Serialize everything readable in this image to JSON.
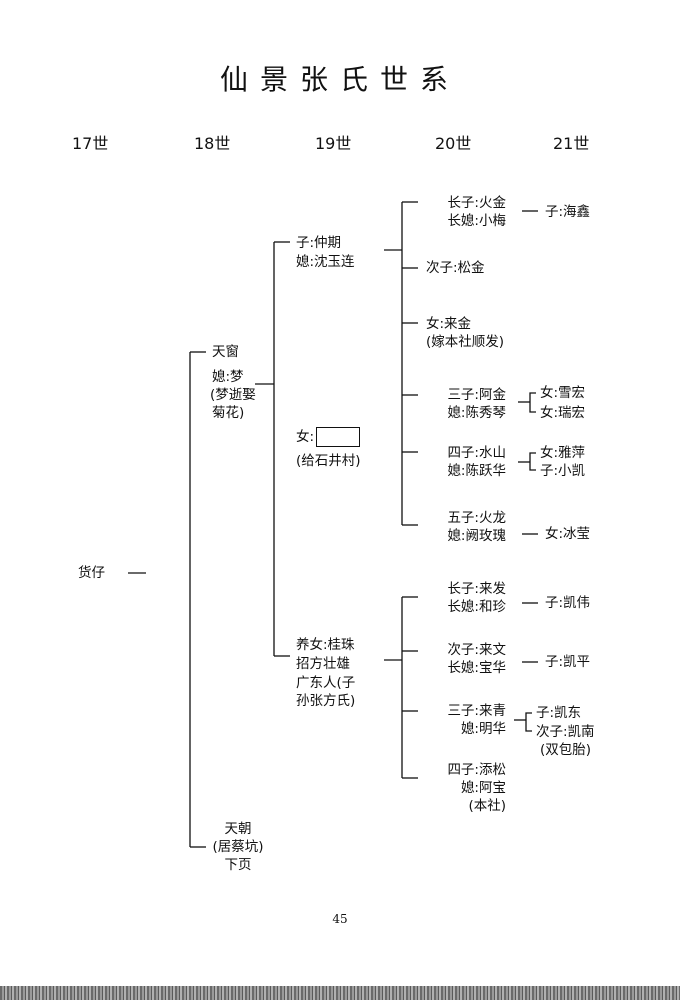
{
  "title": "仙景张氏世系",
  "generations": [
    "17世",
    "18世",
    "19世",
    "20世",
    "21世"
  ],
  "g17": {
    "name": "货仔"
  },
  "g18": {
    "tianchuang": [
      "天窗",
      "媳:梦",
      "(梦逝娶",
      "菊花)"
    ],
    "tianchao": [
      "天朝",
      "(居蔡坑)",
      "下页"
    ]
  },
  "g19": {
    "zhongqi": [
      "子:仲期",
      "媳:沈玉连"
    ],
    "daughter_label": "女:",
    "daughter_note": "(给石井村)",
    "guizhu": [
      "养女:桂珠",
      "招方壮雄",
      "广东人(子",
      "孙张方氏)"
    ]
  },
  "g20": {
    "huojin": [
      "长子:火金",
      "长媳:小梅"
    ],
    "songjin": "次子:松金",
    "laijin": [
      "女:来金",
      "(嫁本社顺发)"
    ],
    "ajin": [
      "三子:阿金",
      "媳:陈秀琴"
    ],
    "shuishan": [
      "四子:水山",
      "媳:陈跃华"
    ],
    "huolong": [
      "五子:火龙",
      "媳:阙玫瑰"
    ],
    "laifa": [
      "长子:来发",
      "长媳:和珍"
    ],
    "laiwen": [
      "次子:来文",
      "长媳:宝华"
    ],
    "laiqing": [
      "三子:来青",
      "媳:明华"
    ],
    "tiansong": [
      "四子:添松",
      "媳:阿宝",
      "(本社)"
    ]
  },
  "g21": {
    "haixin": "子:海鑫",
    "xuehong": "女:雪宏",
    "ruihong": "女:瑞宏",
    "yaping": "女:雅萍",
    "xiaokai": "子:小凯",
    "bingying": "女:冰莹",
    "kaiwei": "子:凯伟",
    "kaiping": "子:凯平",
    "kaidong": "子:凯东",
    "kainan": "次子:凯南",
    "twins": "(双包胎)"
  },
  "page_number": "45"
}
